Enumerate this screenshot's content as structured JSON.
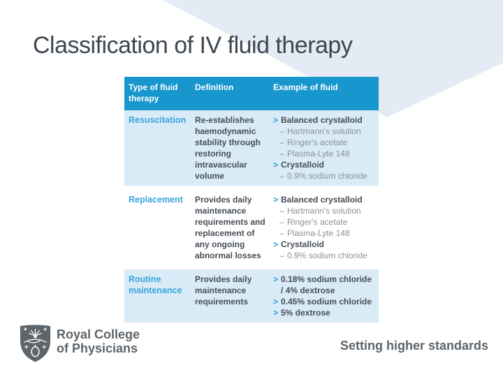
{
  "slide": {
    "title": "Classification of IV fluid therapy"
  },
  "table": {
    "headers": [
      "Type of fluid therapy",
      "Definition",
      "Example of fluid"
    ],
    "bullet_l1": ">",
    "bullet_l2": "–",
    "rows": [
      {
        "type": "Resuscitation",
        "definition": "Re-establishes haemodynamic stability through restoring intravascular volume",
        "examples": [
          {
            "level": 1,
            "text": "Balanced crystalloid"
          },
          {
            "level": 2,
            "text": "Hartmann's solution"
          },
          {
            "level": 2,
            "text": "Ringer's acetate"
          },
          {
            "level": 2,
            "text": "Plasma-Lyte 148"
          },
          {
            "level": 1,
            "text": "Crystalloid"
          },
          {
            "level": 2,
            "text": "0.9% sodium chloride"
          }
        ]
      },
      {
        "type": "Replacement",
        "definition": "Provides daily maintenance requirements and replacement of any ongoing abnormal losses",
        "examples": [
          {
            "level": 1,
            "text": "Balanced crystalloid"
          },
          {
            "level": 2,
            "text": "Hartmann's solution"
          },
          {
            "level": 2,
            "text": "Ringer's acetate"
          },
          {
            "level": 2,
            "text": "Plasma-Lyte 148"
          },
          {
            "level": 1,
            "text": "Crystalloid"
          },
          {
            "level": 2,
            "text": "0.9% sodium chloride"
          }
        ]
      },
      {
        "type": "Routine maintenance",
        "definition": "Provides daily maintenance requirements",
        "examples": [
          {
            "level": 1,
            "text": "0.18% sodium chloride / 4% dextrose"
          },
          {
            "level": 1,
            "text": "0.45% sodium chloride"
          },
          {
            "level": 1,
            "text": "5% dextrose"
          }
        ]
      }
    ]
  },
  "footer": {
    "org_line1": "Royal College",
    "org_line2": "of Physicians",
    "tagline": "Setting higher standards"
  },
  "colors": {
    "header_bg": "#1896CE",
    "row_alt_bg": "#D9EBF7",
    "accent_blue": "#2D9AD3",
    "type_label": "#3AA4DB",
    "dark_text": "#464E57",
    "muted_text": "#8A9196",
    "title_text": "#3D4650",
    "footer_text": "#5D656B",
    "chevron_bg": "#E5EBF4"
  }
}
